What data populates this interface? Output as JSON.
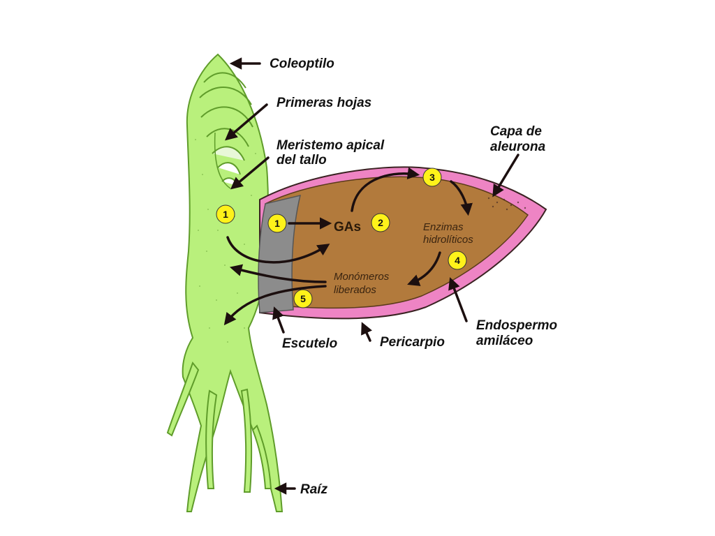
{
  "colors": {
    "seedling": "#b9f07c",
    "seedling_stroke": "#5f9c2a",
    "endosperm": "#b27a3c",
    "aleurone": "#ee84c4",
    "scutellum": "#8c8c8c",
    "badge": "#fff21a",
    "arrow": "#1c0f0f"
  },
  "labels": {
    "coleoptilo": "Coleoptilo",
    "primeras_hojas": "Primeras hojas",
    "meristemo_line1": "Meristemo apical",
    "meristemo_line2": "del tallo",
    "capa_line1": "Capa de",
    "capa_line2": "aleurona",
    "endospermo_line1": "Endospermo",
    "endospermo_line2": "amiláceo",
    "escutelo": "Escutelo",
    "pericarpio": "Pericarpio",
    "raiz": "Raíz"
  },
  "inner_text": {
    "gas": "GAs",
    "enzimas_line1": "Enzimas",
    "enzimas_line2": "hidrolíticos",
    "monomeros_line1": "Monómeros",
    "monomeros_line2": "liberados"
  },
  "steps": {
    "s1a": "1",
    "s1b": "1",
    "s2": "2",
    "s3": "3",
    "s4": "4",
    "s5": "5"
  },
  "icons": {
    "arrowhead": "arrowhead-icon"
  }
}
